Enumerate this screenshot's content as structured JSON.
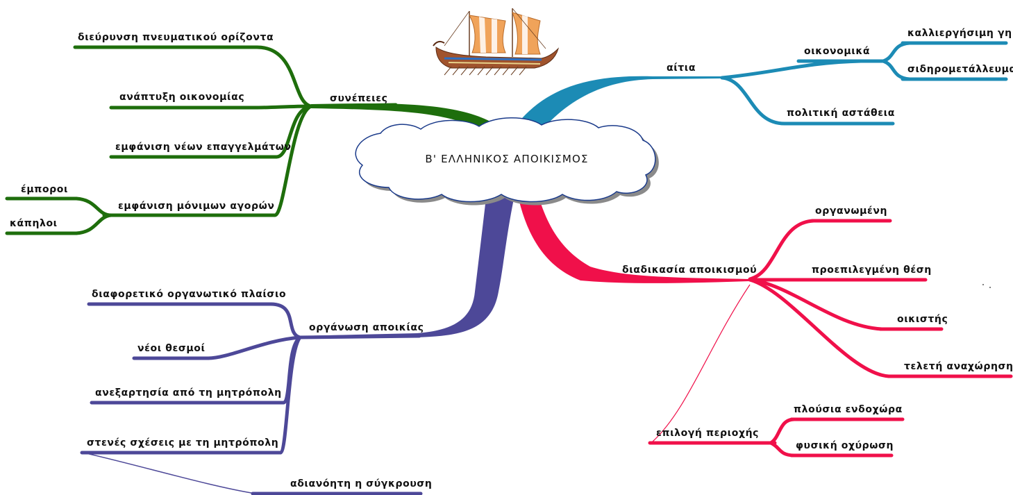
{
  "central_topic": "Β' ΕΛΛΗΝΙΚΟΣ ΑΠΟΙΚΙΣΜΟΣ",
  "colors": {
    "consequences": "#1e6e0c",
    "causes": "#1c8bb5",
    "organization": "#4d4898",
    "process": "#f0104a"
  },
  "icons": {
    "ship": "trireme-ship-icon"
  },
  "branches": {
    "consequences": {
      "label": "συνέπειες",
      "items": [
        "διεύρυνση πνευματικού ορίζοντα",
        "ανάπτυξη οικονομίας",
        "εμφάνιση νέων επαγγελμάτων",
        "εμφάνιση μόνιμων αγορών"
      ],
      "markets_items": [
        "έμποροι",
        "κάπηλοι"
      ]
    },
    "causes": {
      "label": "αίτια",
      "economic": {
        "label": "οικονομικά",
        "items": [
          "καλλιεργήσιμη γη",
          "σιδηρομετάλλευμα"
        ]
      },
      "political": "πολιτική αστάθεια"
    },
    "organization": {
      "label": "οργάνωση αποικίας",
      "items": [
        "διαφορετικό οργανωτικό πλαίσιο",
        "νέοι θεσμοί",
        "ανεξαρτησία από τη μητρόπολη",
        "στενές σχέσεις με τη μητρόπολη"
      ],
      "conflict": "αδιανόητη η σύγκρουση"
    },
    "process": {
      "label": "διαδικασία αποικισμού",
      "items": [
        "οργανωμένη",
        "προεπιλεγμένη θέση",
        "οικιστής",
        "τελετή αναχώρησης"
      ],
      "region": {
        "label": "επιλογή περιοχής",
        "items": [
          "πλούσια ενδοχώρα",
          "φυσική οχύρωση"
        ]
      }
    }
  }
}
